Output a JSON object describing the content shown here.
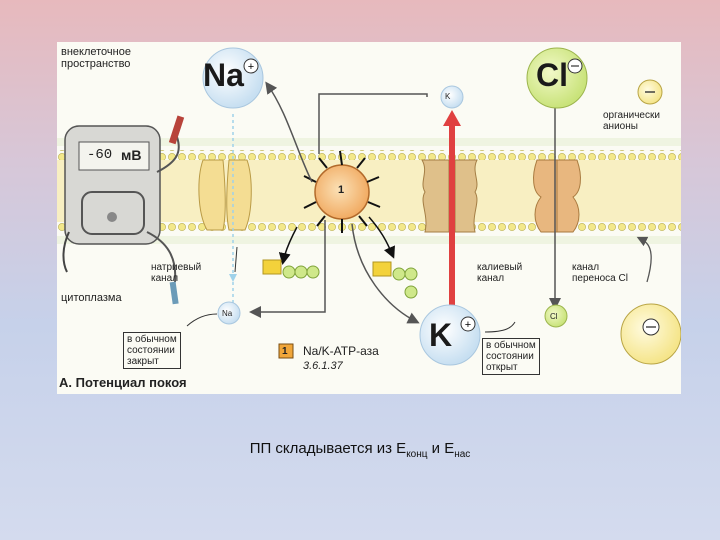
{
  "figure": {
    "extracellular_label": "внеклеточное\nпространство",
    "cytoplasm_label": "цитоплазма",
    "meter_display": "-60",
    "meter_unit": "мВ",
    "ion_na": "Na",
    "ion_cl": "Cl",
    "ion_k": "K",
    "small_k_top": "K",
    "small_na_bottom": "Na",
    "small_cl_bottom": "Cl",
    "organic_anions_label": "органически\nанионы",
    "sodium_channel_label": "натриевый\nканал",
    "potassium_channel_label": "калиевый\nканал",
    "chloride_channel_label": "канал\nпереноса Cl",
    "closed_box": "в обычном\nсостоянии\nзакрыт",
    "open_box": "в обычном\nсостоянии\nоткрыт",
    "pump_number": "1",
    "enzyme_name": "Na/K-ATP-аза",
    "enzyme_code": "3.6.1.37",
    "panel_title": "А. Потенциал покоя"
  },
  "caption": {
    "text_main": "ПП складывается из Е",
    "sub1": "конц",
    "mid": " и Е",
    "sub2": "нас"
  }
}
